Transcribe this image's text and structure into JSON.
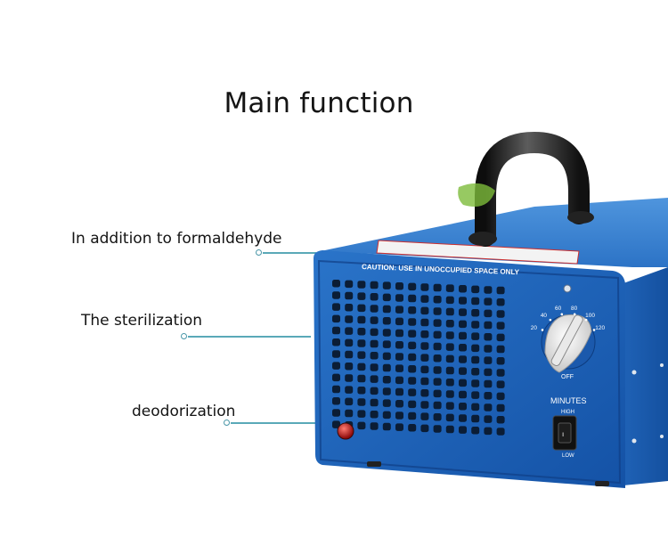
{
  "page": {
    "title": "Main function"
  },
  "features": [
    {
      "label": "In addition to formaldehyde"
    },
    {
      "label": "The sterilization"
    },
    {
      "label": "deodorization"
    }
  ],
  "device": {
    "caution_text": "CAUTION: USE IN UNOCCUPIED SPACE ONLY",
    "timer_marks": [
      "20",
      "40",
      "60",
      "80",
      "100",
      "120"
    ],
    "off_label": "OFF",
    "minutes_label": "MINUTES",
    "high_label": "HIGH",
    "low_label": "LOW",
    "colors": {
      "body_blue": "#1d62b8",
      "body_dark": "#0f3f86",
      "leader_line": "#5aa9b8"
    }
  }
}
